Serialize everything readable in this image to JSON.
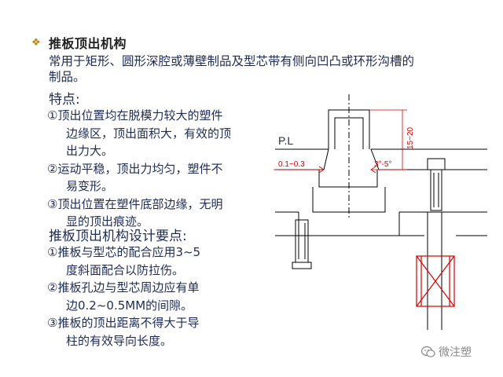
{
  "bullet_icon": "diamond-bullet",
  "title": "推板顶出机构",
  "intro": [
    "常用于矩形、圆形深腔或薄壁制品及型芯带有侧向凹凸或环形沟槽的",
    "制品。"
  ],
  "features_heading": "特点:",
  "features": [
    [
      "①顶出位置均在脱模力较大的塑件",
      "边缘区，顶出面积大，有效的顶",
      "出力大。"
    ],
    [
      "②运动平稳，顶出力均匀，塑件不",
      "易变形。"
    ],
    [
      "③顶出位置在塑件底部边缘，无明",
      "显的顶出痕迹。"
    ]
  ],
  "design_heading": "推板顶出机构设计要点:",
  "design_points": [
    [
      "①推板与型芯的配合应用3~5",
      "度斜面配合以防拉伤。"
    ],
    [
      "②推板孔边与型芯周边应有单",
      "边0.2~0.5MM的间隙。"
    ],
    [
      "③推板的顶出距离不得大于导",
      "柱的有效导向长度。"
    ]
  ],
  "diagram": {
    "pl_label": "P.L",
    "dim_gap": "0.1~0.3",
    "dim_angle": "3°-5°",
    "dim_height": "15~20",
    "colors": {
      "line": "#000000",
      "dimension": "#d40000",
      "pl_label": "#1e2b57"
    }
  },
  "watermark": {
    "icon": "wechat-icon",
    "text": "微注塑"
  }
}
